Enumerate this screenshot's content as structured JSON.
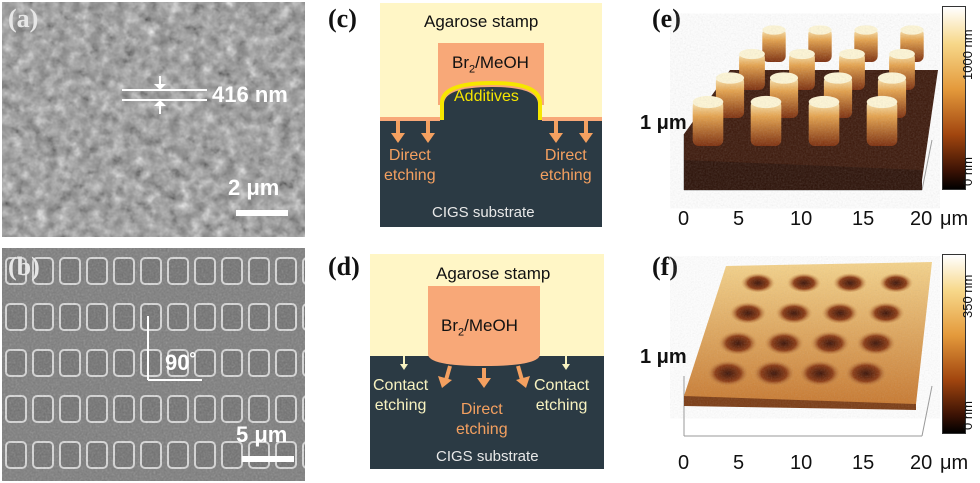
{
  "panels": {
    "a": {
      "label": "(a)",
      "feature_size": "416 nm",
      "scale": "2 μm"
    },
    "b": {
      "label": "(b)",
      "angle": "90˚",
      "scale": "5 μm"
    },
    "c": {
      "label": "(c)",
      "stamp": "Agarose stamp",
      "etchant": "Br",
      "etchant_sub": "2",
      "etchant_rest": "/MeOH",
      "additives": "Additives",
      "etch_left_1": "Direct",
      "etch_left_2": "etching",
      "etch_right_1": "Direct",
      "etch_right_2": "etching",
      "substrate": "CIGS substrate"
    },
    "d": {
      "label": "(d)",
      "stamp": "Agarose stamp",
      "etchant": "Br",
      "etchant_sub": "2",
      "etchant_rest": "/MeOH",
      "contact_left_1": "Contact",
      "contact_left_2": "etching",
      "direct_1": "Direct",
      "direct_2": "etching",
      "contact_right_1": "Contact",
      "contact_right_2": "etching",
      "substrate": "CIGS substrate"
    },
    "e": {
      "label": "(e)",
      "z_label": "1 μm",
      "x_ticks": [
        "0",
        "5",
        "10",
        "15",
        "20"
      ],
      "x_unit": "μm",
      "cb_top": "1000 nm",
      "cb_bottom": "0 nm"
    },
    "f": {
      "label": "(f)",
      "z_label": "1 μm",
      "x_ticks": [
        "0",
        "5",
        "10",
        "15",
        "20"
      ],
      "x_unit": "μm",
      "cb_top": "350 nm",
      "cb_bottom": "0 nm"
    }
  },
  "colors": {
    "stamp": "#fff6c6",
    "etchant": "#f8a878",
    "substrate": "#2b3a44",
    "additive_line": "#f6e600",
    "arrow": "#f4a060",
    "contact_arrow": "#f7f2c0"
  }
}
